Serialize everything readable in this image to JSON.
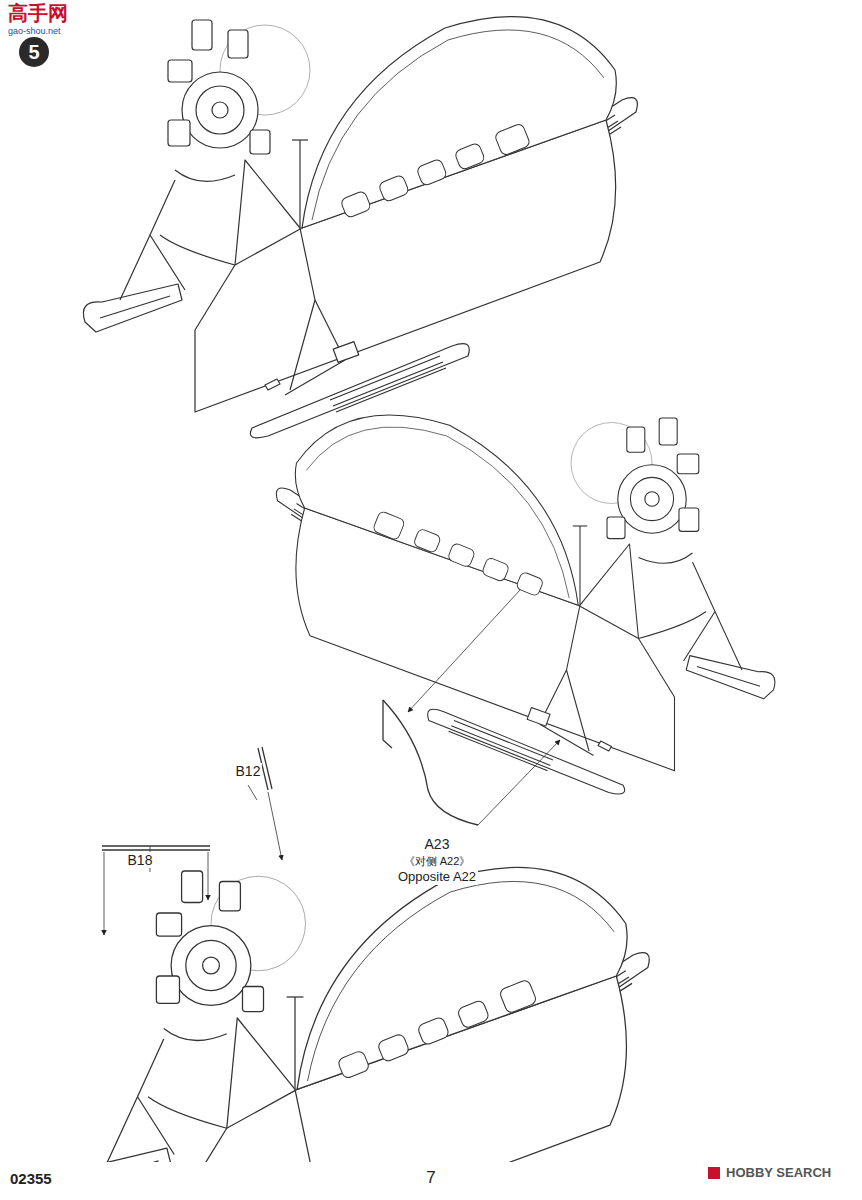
{
  "diagram": {
    "nodes": [
      {
        "text": [
          "5"
        ]
      }
    ],
    "labels": [
      "高手网",
      "gao-shou.net",
      "B12",
      "B18",
      "A23",
      "《对侧 A22》",
      "Opposite A22",
      "02355",
      "7",
      "HOBBY SEARCH"
    ]
  }
}
